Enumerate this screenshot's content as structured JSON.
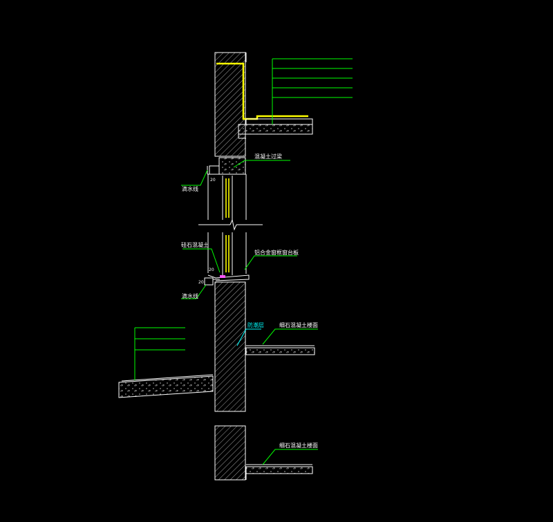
{
  "colors": {
    "background": "#000000",
    "line": "#ffffff",
    "leader": "#00ff00",
    "waterproof": "#ffff00",
    "label": "#ffffff",
    "label_cyan": "#00ffff"
  },
  "labels": {
    "lintel": "混凝土过梁",
    "drip_upper": "滴水线",
    "sealant": "硅石混凝土",
    "window_frame": "铝合金窗框窗台板",
    "drip_lower": "滴水线",
    "damp_proof": "防潮层",
    "floor_upper": "细石混凝土楼面",
    "floor_lower": "细石混凝土楼面"
  },
  "dims": {
    "upper": "20",
    "lower_a": "20",
    "lower_b": "20"
  }
}
